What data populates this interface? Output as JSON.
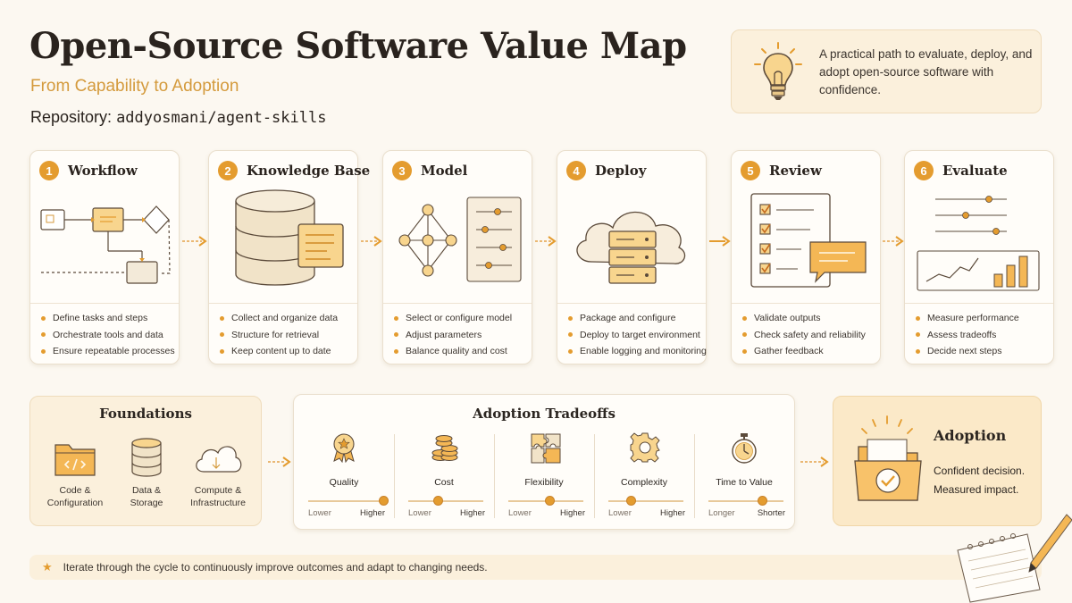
{
  "header": {
    "title": "Open-Source Software Value Map",
    "subtitle": "From Capability to Adoption",
    "repo_label": "Repository:",
    "repo_name": "addyosmani/agent-skills"
  },
  "intro": {
    "text": "A practical path to evaluate, deploy, and adopt open-source software with confidence.",
    "icon": "lightbulb-icon"
  },
  "steps": [
    {
      "number": "1",
      "name": "Workflow",
      "bullets": [
        "Define tasks and steps",
        "Orchestrate tools and data",
        "Ensure repeatable processes"
      ]
    },
    {
      "number": "2",
      "name": "Knowledge Base",
      "bullets": [
        "Collect and organize data",
        "Structure for retrieval",
        "Keep content up to date"
      ]
    },
    {
      "number": "3",
      "name": "Model",
      "bullets": [
        "Select or configure model",
        "Adjust parameters",
        "Balance quality and cost"
      ]
    },
    {
      "number": "4",
      "name": "Deploy",
      "bullets": [
        "Package and configure",
        "Deploy to target environment",
        "Enable logging and monitoring"
      ]
    },
    {
      "number": "5",
      "name": "Review",
      "bullets": [
        "Validate outputs",
        "Check safety and reliability",
        "Gather feedback"
      ]
    },
    {
      "number": "6",
      "name": "Evaluate",
      "bullets": [
        "Measure performance",
        "Assess tradeoffs",
        "Decide next steps"
      ]
    }
  ],
  "foundations": {
    "title": "Foundations",
    "items": [
      {
        "label_1": "Code &",
        "label_2": "Configuration",
        "icon": "code-folder-icon"
      },
      {
        "label_1": "Data &",
        "label_2": "Storage",
        "icon": "database-icon"
      },
      {
        "label_1": "Compute &",
        "label_2": "Infrastructure",
        "icon": "cloud-icon"
      }
    ]
  },
  "tradeoffs": {
    "title": "Adoption Tradeoffs",
    "items": [
      {
        "name": "Quality",
        "low": "Lower",
        "high": "Higher",
        "level": 1.0,
        "icon": "award-ribbon-icon"
      },
      {
        "name": "Cost",
        "low": "Lower",
        "high": "Higher",
        "level": 0.4,
        "icon": "coins-icon"
      },
      {
        "name": "Flexibility",
        "low": "Lower",
        "high": "Higher",
        "level": 0.55,
        "icon": "puzzle-icon"
      },
      {
        "name": "Complexity",
        "low": "Lower",
        "high": "Higher",
        "level": 0.3,
        "icon": "gear-icon"
      },
      {
        "name": "Time to Value",
        "low": "Longer",
        "high": "Shorter",
        "level": 0.72,
        "icon": "stopwatch-icon"
      }
    ]
  },
  "adoption": {
    "title": "Adoption",
    "line_1": "Confident decision.",
    "line_2": "Measured impact.",
    "icon": "folder-check-icon"
  },
  "footer": {
    "text": "Iterate through the cycle to continuously improve outcomes and adapt to changing needs.",
    "icon": "star-icon"
  },
  "colors": {
    "accent": "#e49c2f",
    "subtitle": "#d49a3c",
    "panel": "#fbf0dc",
    "background": "#fcf8f1"
  }
}
